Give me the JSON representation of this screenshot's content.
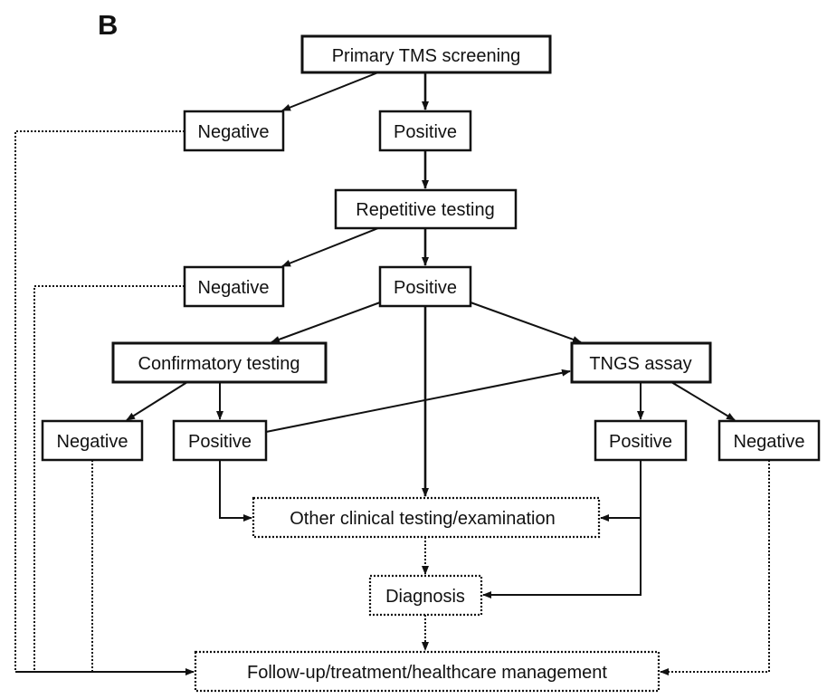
{
  "panel_label": "B",
  "nodes": {
    "primary": "Primary TMS screening",
    "negative1": "Negative",
    "positive1": "Positive",
    "repetitive": "Repetitive testing",
    "negative2": "Negative",
    "positive2": "Positive",
    "confirmatory": "Confirmatory testing",
    "tngs": "TNGS assay",
    "negative3": "Negative",
    "positive3": "Positive",
    "positive4": "Positive",
    "negative4": "Negative",
    "other": "Other clinical testing/examination",
    "diagnosis": "Diagnosis",
    "followup": "Follow-up/treatment/healthcare management"
  }
}
